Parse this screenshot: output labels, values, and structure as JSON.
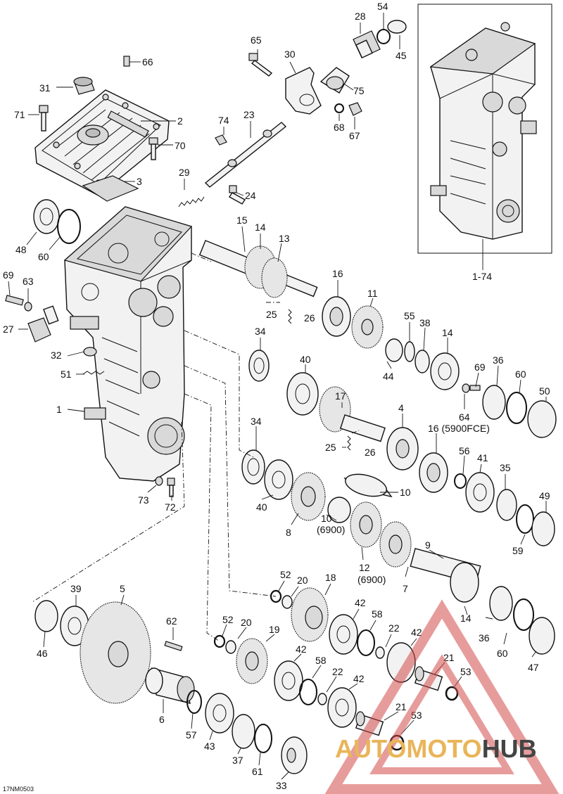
{
  "figure_code": "17NM0503",
  "watermark": {
    "part1": "AUTO",
    "part2": "MOTO",
    "part3": "HUB",
    "colors": {
      "part1": "#e9b55a",
      "part2": "#e9b55a",
      "part3": "#444444",
      "triangle": "#d44a4a"
    }
  },
  "inset": {
    "label": "1-74"
  },
  "callouts": {
    "c66": "66",
    "c31": "31",
    "c2": "2",
    "c71": "71",
    "c70": "70",
    "c3": "3",
    "c65": "65",
    "c30": "30",
    "c28": "28",
    "c54": "54",
    "c45": "45",
    "c75": "75",
    "c68": "68",
    "c67": "67",
    "c74": "74",
    "c23": "23",
    "c29": "29",
    "c24": "24",
    "c48": "48",
    "c60a": "60",
    "c15": "15",
    "c14a": "14",
    "c13": "13",
    "c69a": "69",
    "c63": "63",
    "c27": "27",
    "c16a": "16",
    "c11": "11",
    "c25a": "25",
    "c26a": "26",
    "c55": "55",
    "c38": "38",
    "c14b": "14",
    "c34a": "34",
    "c32": "32",
    "c51": "51",
    "c40a": "40",
    "c44": "44",
    "c69b": "69",
    "c36a": "36",
    "c60b": "60",
    "c50": "50",
    "c1": "1",
    "c17": "17",
    "c64": "64",
    "c4": "4",
    "c16b": "16 (5900FCE)",
    "c34b": "34",
    "c25b": "25",
    "c26b": "26",
    "c56": "56",
    "c41": "41",
    "c35": "35",
    "c49": "49",
    "c73": "73",
    "c72": "72",
    "c40b": "40",
    "c8": "8",
    "c10a": "10",
    "c10b": "10",
    "c6900a": "(6900)",
    "c12": "12",
    "c6900b": "(6900)",
    "c7": "7",
    "c9": "9",
    "c59": "59",
    "c52a": "52",
    "c20a": "20",
    "c18": "18",
    "c42a": "42",
    "c58a": "58",
    "c22a": "22",
    "c42b": "42",
    "c14c": "14",
    "c36b": "36",
    "c60c": "60",
    "c47": "47",
    "c39": "39",
    "c5": "5",
    "c62": "62",
    "c46": "46",
    "c52b": "52",
    "c20b": "20",
    "c19": "19",
    "c42c": "42",
    "c58b": "58",
    "c22b": "22",
    "c42d": "42",
    "c21a": "21",
    "c53a": "53",
    "c21b": "21",
    "c53b": "53",
    "c6": "6",
    "c57": "57",
    "c43": "43",
    "c37": "37",
    "c61": "61",
    "c33": "33"
  }
}
